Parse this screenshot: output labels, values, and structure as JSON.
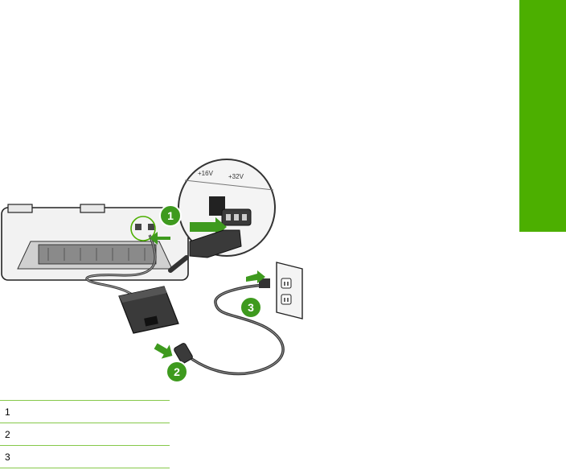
{
  "colors": {
    "accent_green": "#4caf00",
    "rule_green": "#86c84a",
    "callout_green": "#3e9a1e"
  },
  "figure": {
    "voltage_left": "+16V",
    "voltage_right": "+32V",
    "callouts": [
      "1",
      "2",
      "3"
    ]
  },
  "legend": {
    "rows": [
      {
        "num": "1",
        "text": ""
      },
      {
        "num": "2",
        "text": ""
      },
      {
        "num": "3",
        "text": ""
      }
    ]
  }
}
